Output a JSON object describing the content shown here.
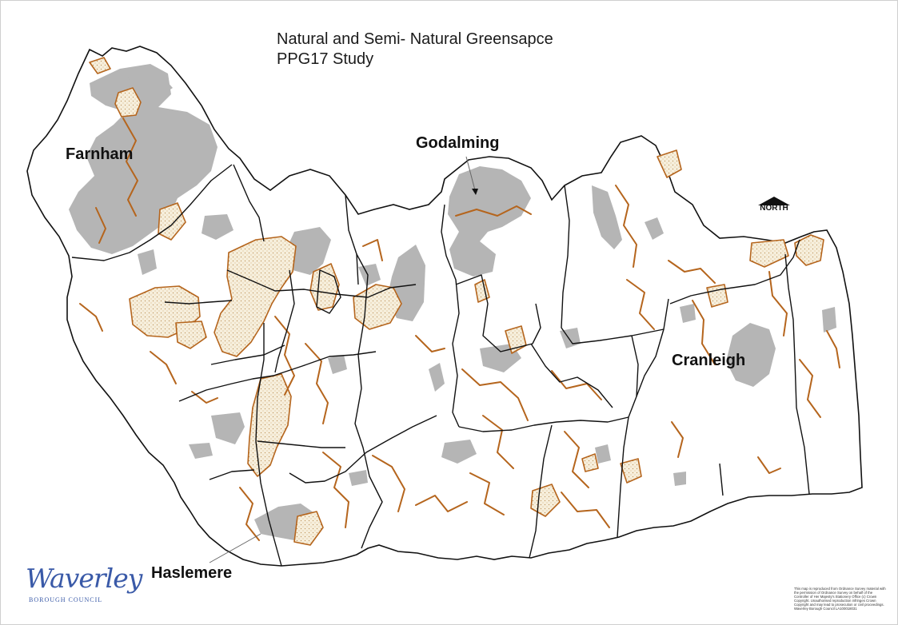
{
  "title": {
    "line1": "Natural and Semi- Natural Greensapce",
    "line2": "PPG17 Study"
  },
  "towns": {
    "farnham": "Farnham",
    "godalming": "Godalming",
    "cranleigh": "Cranleigh",
    "haslemere": "Haslemere"
  },
  "north_arrow": {
    "label": "NORTH",
    "icon": "north-arrow-icon"
  },
  "logo": {
    "name": "Waverley",
    "subtitle": "BOROUGH COUNCIL"
  },
  "copyright": "This map is reproduced from Ordnance Survey material with the permission of Ordnance Survey on behalf of the Controller of Her Majesty's Stationery Office (c) Crown Copyright. Unauthorised reproduction infringes Crown Copyright and may lead to prosecution or civil proceedings. Waverley Borough Council LA100018031",
  "colors": {
    "urban_grey": "#b5b5b5",
    "greenspace_outline": "#b5651d",
    "greenspace_fill": "#f4ead2",
    "boundary": "#111111",
    "logo_blue": "#3a5aa8"
  },
  "legend_meaning": {
    "grey": "urban-area",
    "brown": "natural-semi-natural-greenspace"
  }
}
